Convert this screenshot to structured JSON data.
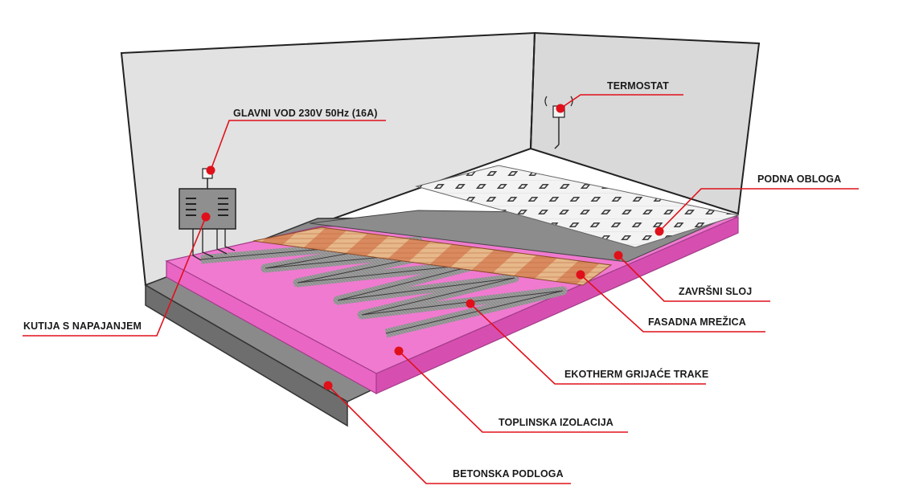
{
  "labels": {
    "glavni_vod": "GLAVNI VOD 230V 50Hz (16A)",
    "termostat": "TERMOSTAT",
    "podna_obloga": "PODNA OBLOGA",
    "kutija": "KUTIJA S NAPAJANJEM",
    "zavrsni_sloj": "ZAVRŠNI SLOJ",
    "fasadna_mrezica": "FASADNA MREŽICA",
    "ekotherm": "EKOTHERM GRIJAĆE TRAKE",
    "toplinska": "TOPLINSKA IZOLACIJA",
    "betonska": "BETONSKA PODLOGA"
  },
  "colors": {
    "accent_red": "#e0101a",
    "wall": "#e3e3e3",
    "insulation_pink": "#f07ad0",
    "concrete": "#7f7f7f",
    "heating_strip": "#8f8f8f",
    "mesh_orange": "#d9845a",
    "screed": "#8a8a8a",
    "tile": "#f2f2f2"
  },
  "icons": {
    "thermostat": "wireless-thermostat-icon",
    "power_box": "junction-box-icon",
    "outlet": "wall-outlet-icon"
  }
}
